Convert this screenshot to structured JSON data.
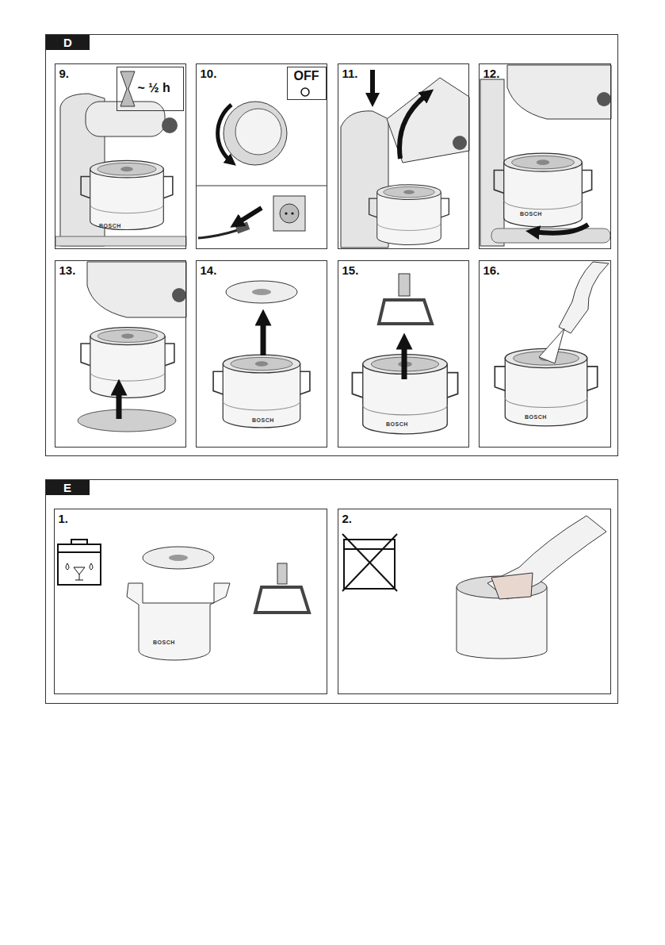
{
  "diagram": {
    "nodes": [
      {
        "text": [
          "D"
        ]
      },
      {
        "text": [
          "9."
        ],
        "in": 0
      },
      {
        "text": [
          "~ ½ h"
        ],
        "in": 1
      },
      {
        "text": [
          "10."
        ],
        "in": 0
      },
      {
        "text": [
          "OFF"
        ],
        "in": 3
      },
      {
        "text": [
          "11."
        ],
        "in": 0
      },
      {
        "text": [
          "12."
        ],
        "in": 0
      },
      {
        "text": [
          "13."
        ],
        "in": 0
      },
      {
        "text": [
          "14."
        ],
        "in": 0
      },
      {
        "text": [
          "15."
        ],
        "in": 0
      },
      {
        "text": [
          "16."
        ],
        "in": 0
      },
      {
        "text": [
          "E"
        ]
      },
      {
        "text": [
          "1."
        ],
        "in": 11
      },
      {
        "text": [
          "2."
        ],
        "in": 11
      }
    ],
    "edges": [],
    "labels": [
      "BOSCH",
      "BOSCH",
      "BOSCH",
      "BOSCH",
      "BOSCH",
      "BOSCH"
    ]
  }
}
